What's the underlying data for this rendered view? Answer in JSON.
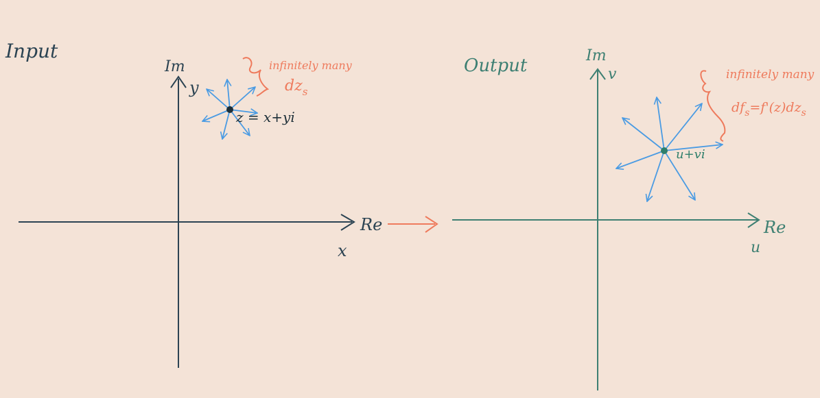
{
  "colors": {
    "background": "#f4e3d7",
    "input_axes": "#2b4352",
    "output_axes": "#3d7f72",
    "arrows": "#4a9be3",
    "annotation": "#ee7a5c",
    "point_input": "#1d2f38",
    "point_output": "#2f7f6b"
  },
  "input": {
    "title": "Input",
    "im_label": "Im",
    "y_label": "y",
    "re_label": "Re",
    "x_label": "x",
    "point_label": "z = x+yi",
    "note_line1": "infinitely many",
    "note_line2": "dz",
    "note_line2_sub": "s"
  },
  "output": {
    "title": "Output",
    "im_label": "Im",
    "v_label": "v",
    "re_label": "Re",
    "u_label": "u",
    "point_label": "u+vi",
    "note_line1": "infinitely many",
    "note_line2_a": "df",
    "note_line2_a_sub": "s",
    "note_line2_b": "=f'(z)dz",
    "note_line2_b_sub": "s"
  },
  "icons": {
    "transition": "right-arrow-icon",
    "brace": "curly-brace-icon"
  }
}
